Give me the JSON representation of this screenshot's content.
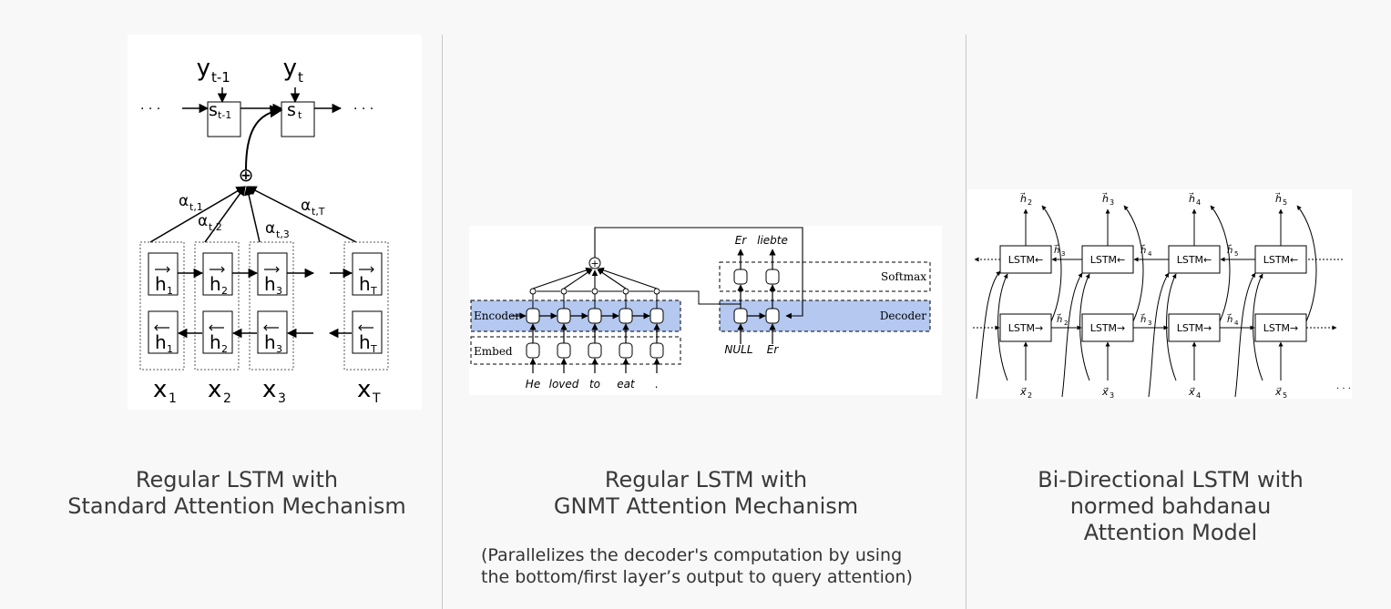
{
  "panels": [
    {
      "caption": [
        "Regular LSTM with",
        "Standard Attention Mechanism"
      ],
      "diagram": {
        "outputs": [
          "y",
          "y"
        ],
        "output_subs": [
          "t-1",
          "t"
        ],
        "states": [
          "s",
          "s"
        ],
        "state_subs": [
          "t-1",
          "t"
        ],
        "ellipsis": "· · ·",
        "sum_symbol": "⊕",
        "weights": [
          "α",
          "α",
          "α",
          "α"
        ],
        "weight_subs": [
          "t,1",
          "t,2",
          "t,3",
          "t,T"
        ],
        "hidden": [
          "h",
          "h",
          "h",
          "h"
        ],
        "hidden_subs": [
          "1",
          "2",
          "3",
          "T"
        ],
        "inputs": [
          "x",
          "x",
          "x",
          "x"
        ],
        "input_subs": [
          "1",
          "2",
          "3",
          "T"
        ]
      }
    },
    {
      "caption": [
        "Regular LSTM with",
        "GNMT Attention Mechanism"
      ],
      "note": "(Parallelizes the decoder's computation by using the bottom/first layer’s output to query attention)",
      "diagram": {
        "layers": {
          "encoder": "Encoder",
          "embed": "Embed",
          "softmax": "Softmax",
          "decoder": "Decoder"
        },
        "source_words": [
          "He",
          "loved",
          "to",
          "eat",
          "."
        ],
        "decoder_inputs": [
          "NULL",
          "Er"
        ],
        "decoder_outputs": [
          "Er",
          "liebte"
        ],
        "sum_symbol": "+"
      }
    },
    {
      "caption": [
        "Bi-Directional LSTM with",
        "normed bahdanau",
        "Attention Model"
      ],
      "diagram": {
        "cell_backward": "LSTM←",
        "cell_forward": "LSTM→",
        "outputs": [
          "h⃗",
          "h⃗",
          "h⃗",
          "h⃗"
        ],
        "output_subs": [
          "2",
          "3",
          "4",
          "5"
        ],
        "inputs": [
          "x⃗",
          "x⃗",
          "x⃗",
          "x⃗"
        ],
        "input_subs": [
          "2",
          "3",
          "4",
          "5"
        ],
        "backward_links": [
          "h⃗",
          "h⃗",
          "h⃗"
        ],
        "backward_link_subs": [
          "3",
          "4",
          "5"
        ],
        "forward_links": [
          "h⃗",
          "h⃗",
          "h⃗"
        ],
        "forward_link_subs": [
          "2",
          "3",
          "4"
        ],
        "ellipsis": "· · ·"
      }
    }
  ],
  "colors": {
    "background": "#f8f8f8",
    "highlight": "#b4c8f0",
    "divider": "#c8c8c8"
  }
}
